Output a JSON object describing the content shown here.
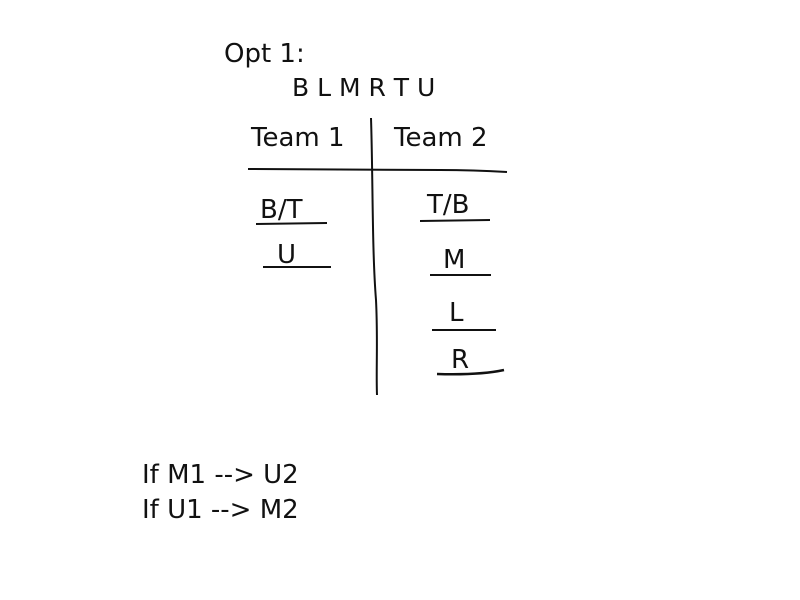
{
  "title": "Opt 1:",
  "positions": "B L M R T U",
  "teams": {
    "team1": {
      "header": "Team 1",
      "slots": [
        "B/T",
        "U"
      ]
    },
    "team2": {
      "header": "Team 2",
      "slots": [
        "T/B",
        "M",
        "L",
        "R"
      ]
    }
  },
  "rules": [
    "If M1 --> U2",
    "If U1 --> M2"
  ]
}
